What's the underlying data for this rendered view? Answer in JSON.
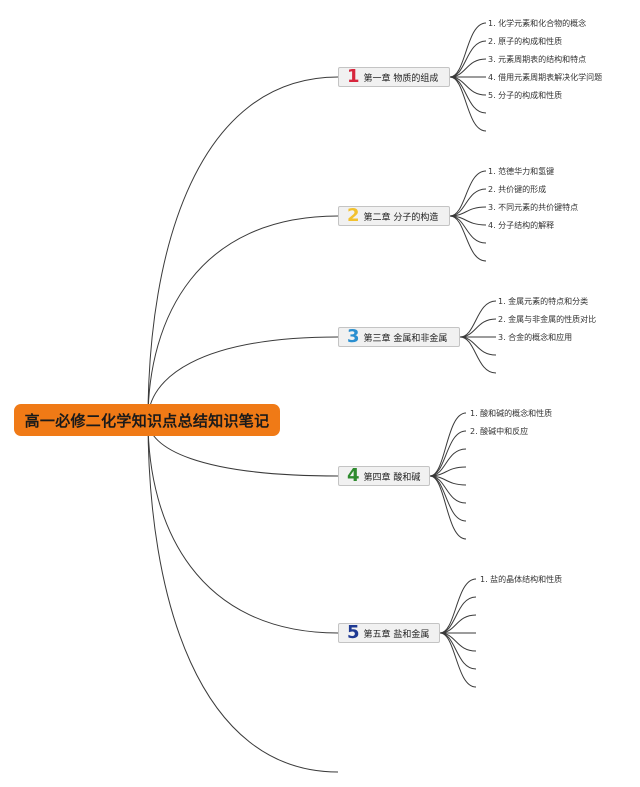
{
  "root": {
    "title": "高一必修二化学知识点总结知识笔记",
    "color": "#f07a16"
  },
  "chapters": [
    {
      "number": "1",
      "number_color": "#d7263d",
      "label": "第一章 物质的组成",
      "items": [
        "1. 化学元素和化合物的概念",
        "2. 原子的构成和性质",
        "3. 元素周期表的结构和特点",
        "4. 借用元素周期表解决化学问题",
        "5. 分子的构成和性质"
      ]
    },
    {
      "number": "2",
      "number_color": "#f2c12e",
      "label": "第二章 分子的构造",
      "items": [
        "1. 范德华力和氢键",
        "2. 共价键的形成",
        "3. 不同元素的共价键特点",
        "4. 分子结构的解释"
      ]
    },
    {
      "number": "3",
      "number_color": "#2a8fd0",
      "label": "第三章 金属和非金属",
      "items": [
        "1. 金属元素的特点和分类",
        "2. 金属与非金属的性质对比",
        "3. 合金的概念和应用"
      ]
    },
    {
      "number": "4",
      "number_color": "#2e8b2e",
      "label": "第四章 酸和碱",
      "items": [
        "1. 酸和碱的概念和性质",
        "2. 酸碱中和反应"
      ]
    },
    {
      "number": "5",
      "number_color": "#1f3a93",
      "label": "第五章 盐和金属",
      "items": [
        "1. 盐的晶体结构和性质"
      ]
    }
  ]
}
